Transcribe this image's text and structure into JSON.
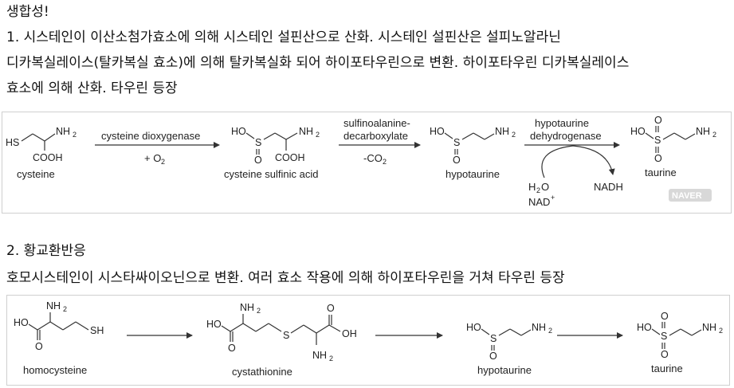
{
  "heading": "생합성!",
  "sec1": {
    "line1": "1. 시스테인이 이산소첨가효소에 의해 시스테인 설핀산으로 산화. 시스테인 설핀산은 설피노알라닌",
    "line2": "디카복실레이스(탈카복실 효소)에 의해 탈카복실화 되어 하이포타우린으로 변환. 하이포타우린 디카복실레이스",
    "line3": "효소에 의해 산화. 타우린 등장"
  },
  "scheme1": {
    "cysteine": "cysteine",
    "enzyme1": "cysteine dioxygenase",
    "cofactor1": "+ O",
    "cofactor1_sub": "2",
    "sulfinic": "cysteine sulfinic acid",
    "enzyme2_l1": "sulfinoalanine-",
    "enzyme2_l2": "decarboxylate",
    "co2": "-CO",
    "co2_sub": "2",
    "hypotaurine": "hypotaurine",
    "enzyme3_l1": "hypotaurine",
    "enzyme3_l2": "dehydrogenase",
    "water": "H",
    "water_sub": "2",
    "water_end": "O",
    "nad": "NAD",
    "nad_sup": "+",
    "nadh": "NADH",
    "taurine": "taurine",
    "watermark": "NAVER"
  },
  "sec2": {
    "title": "2. 황교환반응",
    "desc": "호모시스테인이 시스타싸이오닌으로 변환. 여러 효소 작용에 의해 하이포타우린을 거쳐 타우린 등장"
  },
  "scheme2": {
    "homocysteine": "homocysteine",
    "cystathionine": "cystathionine",
    "hypotaurine": "hypotaurine",
    "taurine": "taurine"
  },
  "atoms": {
    "HS": "HS",
    "HO": "HO",
    "NH": "NH",
    "sub2": "2",
    "COOH": "COOH",
    "S": "S",
    "O": "O",
    "SH": "SH",
    "OH": "OH"
  }
}
